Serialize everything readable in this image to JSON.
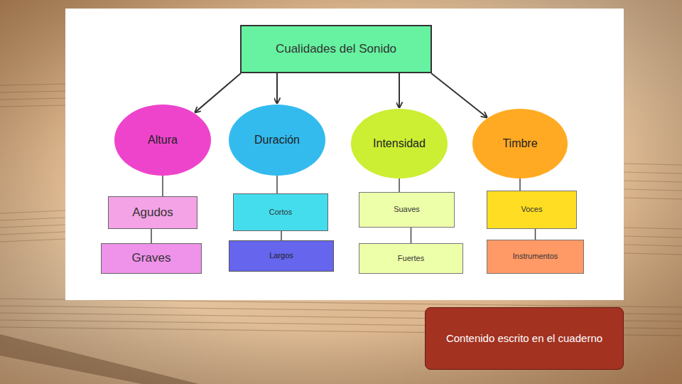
{
  "diagram": {
    "nodes": [
      {
        "text": [
          "Cualidades del  Sonido"
        ]
      },
      {
        "text": [
          "Altura"
        ]
      },
      {
        "text": [
          "Duración"
        ]
      },
      {
        "text": [
          "Intensidad"
        ]
      },
      {
        "text": [
          "Timbre"
        ]
      },
      {
        "text": [
          "Agudos"
        ]
      },
      {
        "text": [
          "Graves"
        ]
      },
      {
        "text": [
          "Cortos"
        ]
      },
      {
        "text": [
          "Largos"
        ]
      },
      {
        "text": [
          "Suaves"
        ]
      },
      {
        "text": [
          "Fuertes"
        ]
      },
      {
        "text": [
          "Voces"
        ]
      },
      {
        "text": [
          "Instrumentos"
        ]
      },
      {
        "text": [
          "Contenido escrito en el cuaderno"
        ]
      }
    ],
    "edges": [
      {
        "from": 0,
        "to": 1,
        "arrow": "to"
      },
      {
        "from": 0,
        "to": 2,
        "arrow": "to"
      },
      {
        "from": 0,
        "to": 3,
        "arrow": "to"
      },
      {
        "from": 0,
        "to": 4,
        "arrow": "to"
      },
      {
        "from": 1,
        "to": 5,
        "arrow": "none"
      },
      {
        "from": 5,
        "to": 6,
        "arrow": "none"
      },
      {
        "from": 2,
        "to": 7,
        "arrow": "none"
      },
      {
        "from": 7,
        "to": 8,
        "arrow": "none"
      },
      {
        "from": 3,
        "to": 9,
        "arrow": "none"
      },
      {
        "from": 9,
        "to": 10,
        "arrow": "none"
      },
      {
        "from": 4,
        "to": 11,
        "arrow": "none"
      },
      {
        "from": 11,
        "to": 12,
        "arrow": "none"
      }
    ]
  }
}
